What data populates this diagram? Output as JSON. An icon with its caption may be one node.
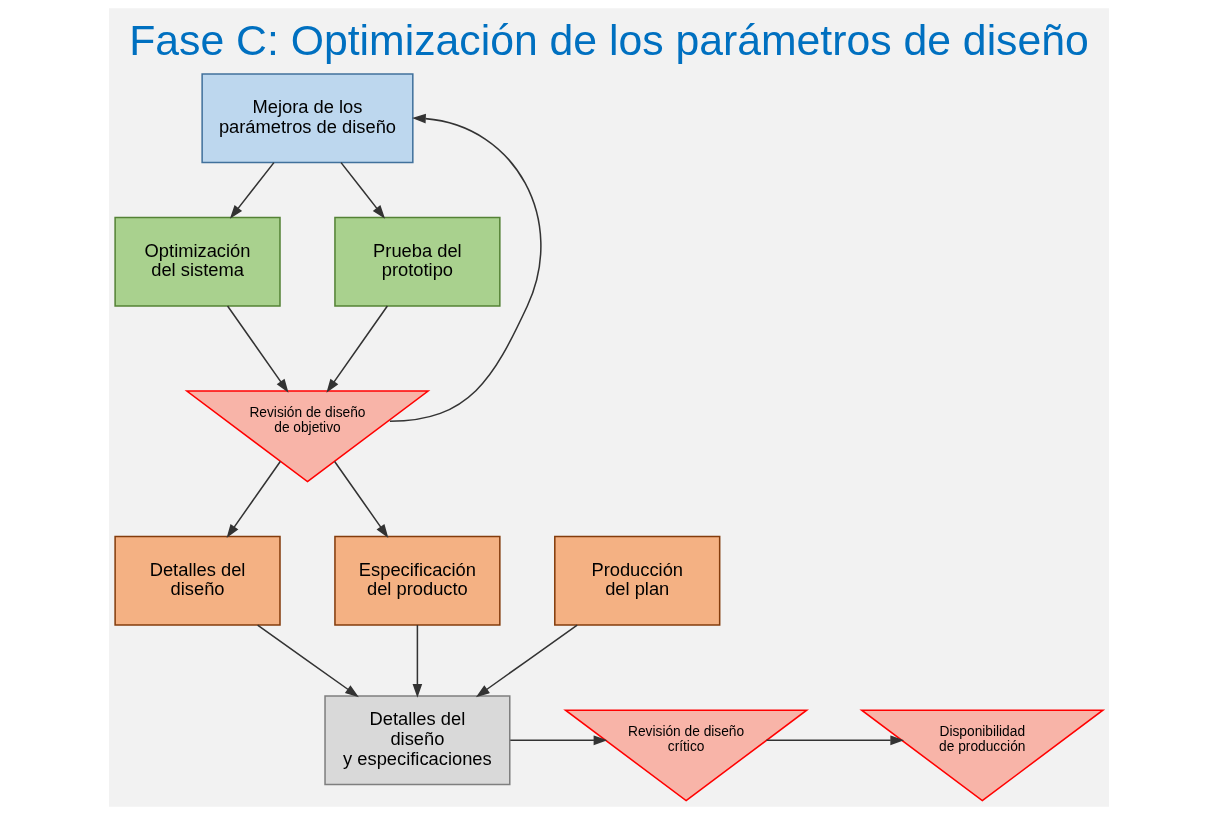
{
  "diagram": {
    "title": "Fase C: Optimización de los parámetros de diseño",
    "nodes": [
      {
        "text": [
          "Mejora de los parámetros de diseño"
        ]
      },
      {
        "text": [
          "Optimización del sistema"
        ]
      },
      {
        "text": [
          "Prueba del prototipo"
        ]
      },
      {
        "text": [
          "Revisión de diseño de objetivo"
        ]
      },
      {
        "text": [
          "Detalles del diseño"
        ]
      },
      {
        "text": [
          "Especificación del producto"
        ]
      },
      {
        "text": [
          "Producción del plan"
        ]
      },
      {
        "text": [
          "Detalles del diseño y especificaciones"
        ]
      },
      {
        "text": [
          "Revisión de diseño crítico"
        ]
      },
      {
        "text": [
          "Disponibilidad de producción"
        ]
      }
    ],
    "edges": [
      {
        "from": 0,
        "to": 1,
        "arrow": "to"
      },
      {
        "from": 0,
        "to": 2,
        "arrow": "to"
      },
      {
        "from": 1,
        "to": 3,
        "arrow": "to"
      },
      {
        "from": 2,
        "to": 3,
        "arrow": "to"
      },
      {
        "from": 3,
        "to": 0,
        "arrow": "to"
      },
      {
        "from": 3,
        "to": 4,
        "arrow": "to"
      },
      {
        "from": 3,
        "to": 5,
        "arrow": "to"
      },
      {
        "from": 4,
        "to": 7,
        "arrow": "to"
      },
      {
        "from": 5,
        "to": 7,
        "arrow": "to"
      },
      {
        "from": 6,
        "to": 7,
        "arrow": "to"
      },
      {
        "from": 7,
        "to": 8,
        "arrow": "to"
      },
      {
        "from": 8,
        "to": 9,
        "arrow": "to"
      }
    ]
  }
}
